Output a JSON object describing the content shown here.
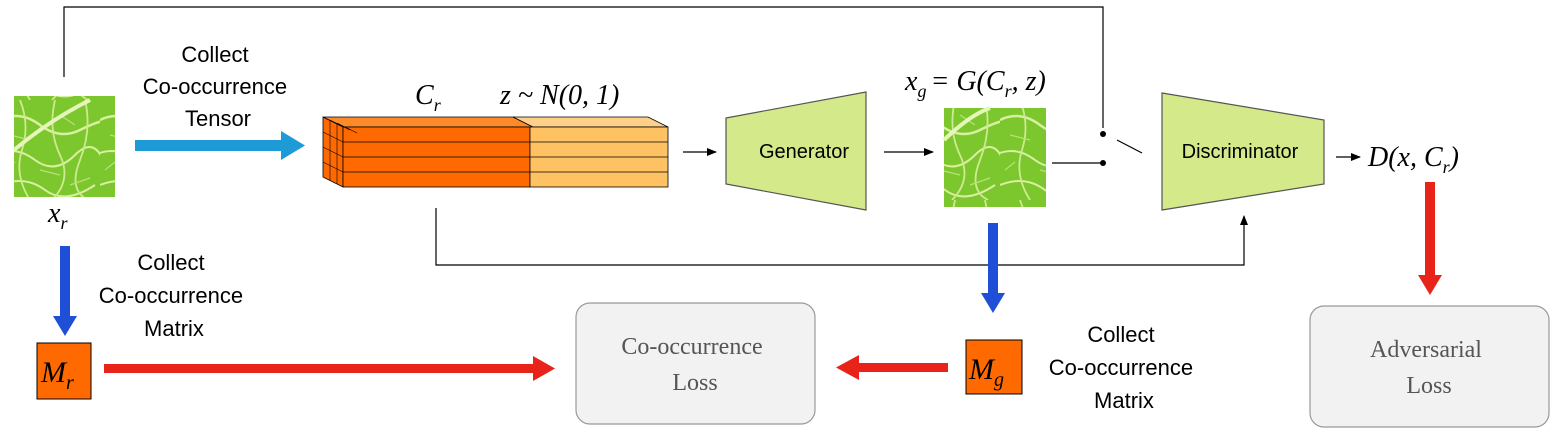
{
  "labels": {
    "collect_tensor": [
      "Collect",
      "Co-occurrence",
      "Tensor"
    ],
    "collect_matrix_left": [
      "Collect",
      "Co-occurrence",
      "Matrix"
    ],
    "collect_matrix_right": [
      "Collect",
      "Co-occurrence",
      "Matrix"
    ],
    "x_r": {
      "base": "x",
      "sub": "r"
    },
    "c_r": {
      "base": "C",
      "sub": "r"
    },
    "z_dist": "z ~ N(0, 1)",
    "x_g_eq": {
      "base": "x",
      "sub": "g",
      "rest_pre": "= G(C",
      "rest_sub": "r",
      "rest_post": ", z)"
    },
    "d_out": {
      "pre": "D(x, C",
      "sub": "r",
      "post": ")"
    },
    "m_r": {
      "base": "M",
      "sub": "r"
    },
    "m_g": {
      "base": "M",
      "sub": "g"
    },
    "generator": "Generator",
    "discriminator": "Discriminator",
    "cooc_loss": [
      "Co-occurrence",
      "Loss"
    ],
    "adv_loss": [
      "Adversarial",
      "Loss"
    ]
  },
  "colors": {
    "blue_light": "#1e9ad6",
    "blue_dark": "#1f4fd6",
    "red": "#e8231a",
    "orange_dark": "#ff6a00",
    "orange_light": "#ffc263",
    "network_fill": "#d4ea8a",
    "loss_fill": "#f2f2f2",
    "leaf_light": "#8fd13a",
    "leaf_dark": "#3f8f12"
  },
  "icons": {
    "leaf_texture_real": "leaf-texture-image",
    "leaf_texture_generated": "leaf-texture-image"
  }
}
